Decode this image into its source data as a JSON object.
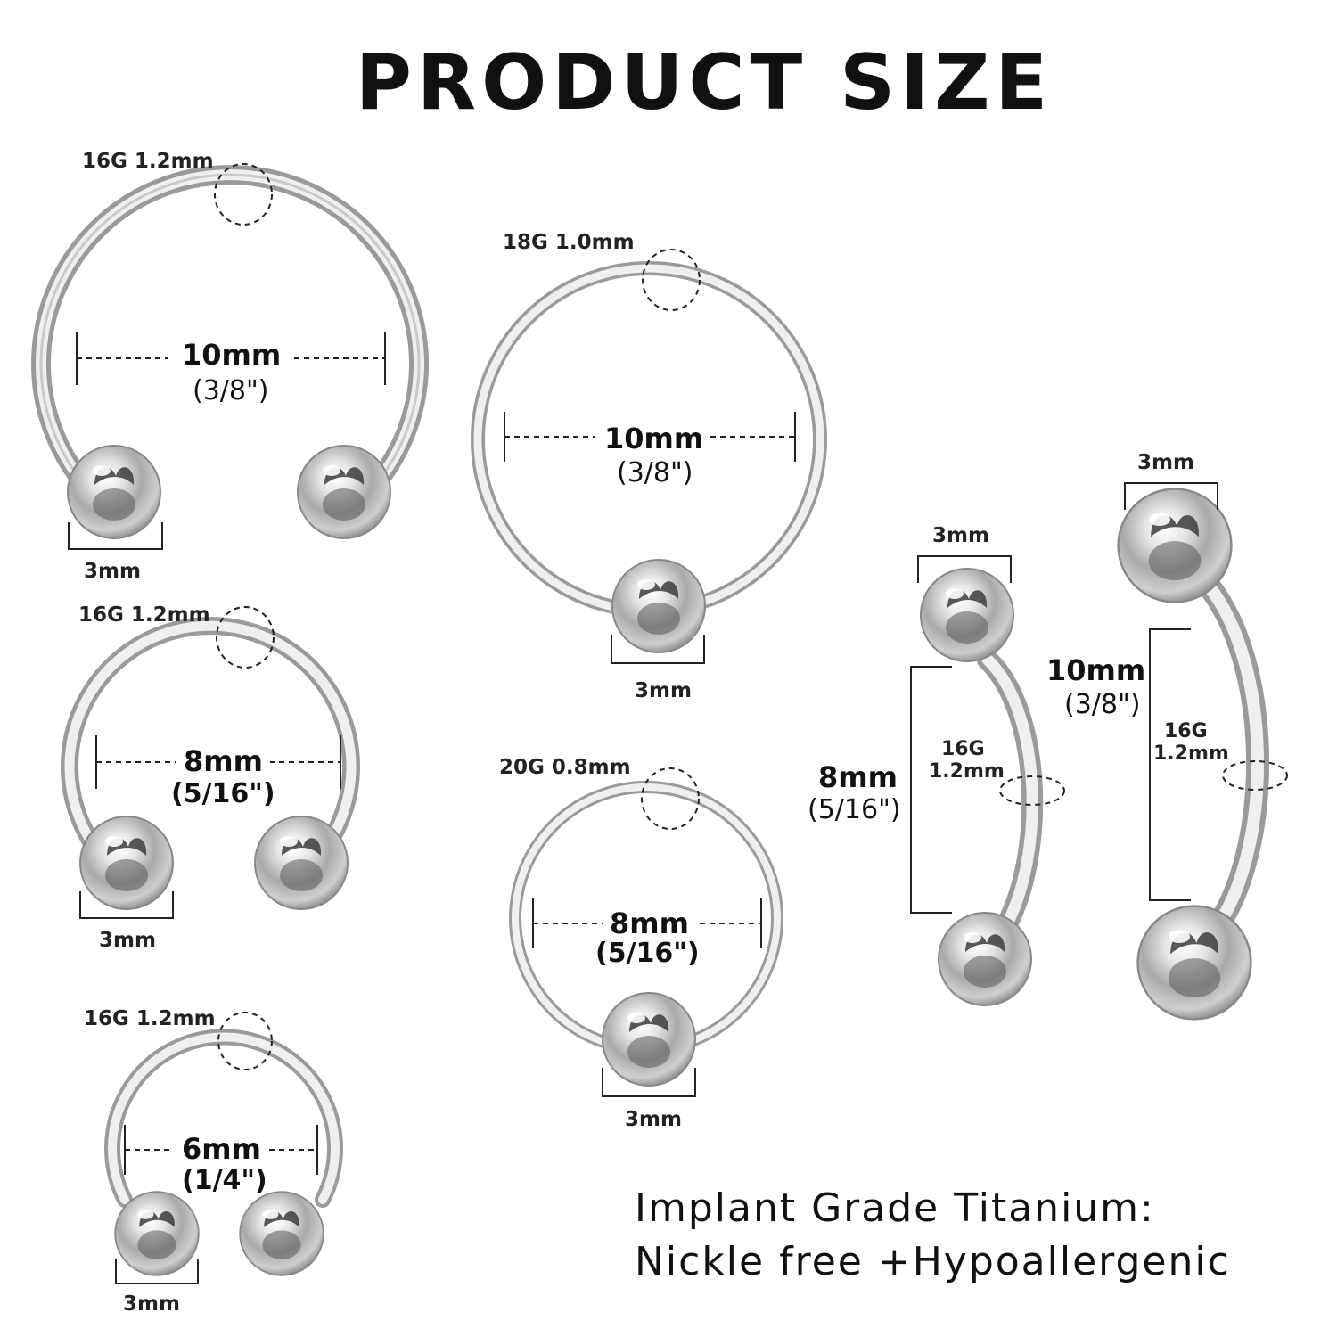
{
  "title": "PRODUCT SIZE",
  "icons": [
    "horseshoe-ring-icon",
    "captive-bead-ring-icon",
    "curved-barbell-icon",
    "ball-icon"
  ],
  "colors": {
    "text": "#111111",
    "metal_light": "#f2f2f2",
    "metal_dark": "#8a8a8a"
  },
  "items": {
    "horseshoe_10": {
      "gauge": "16G  1.2mm",
      "diameter": "10mm",
      "inch": "(3/8\")",
      "ball": "3mm"
    },
    "horseshoe_8": {
      "gauge": "16G  1.2mm",
      "diameter": "8mm",
      "inch": "(5/16\")",
      "ball": "3mm"
    },
    "horseshoe_6": {
      "gauge": "16G  1.2mm",
      "diameter": "6mm",
      "inch": "(1/4\")",
      "ball": "3mm"
    },
    "bcr_10": {
      "gauge": "18G  1.0mm",
      "diameter": "10mm",
      "inch": "(3/8\")",
      "ball": "3mm"
    },
    "bcr_8": {
      "gauge": "20G  0.8mm",
      "diameter": "8mm",
      "inch": "(5/16\")",
      "ball": "3mm"
    },
    "barbell_8": {
      "ball": "3mm",
      "length": "8mm",
      "inch": "(5/16\")",
      "gauge_g": "16G",
      "gauge_mm": "1.2mm"
    },
    "barbell_10": {
      "ball": "3mm",
      "length": "10mm",
      "inch": "(3/8\")",
      "gauge_g": "16G",
      "gauge_mm": "1.2mm"
    }
  },
  "footer": {
    "line1": "Implant Grade Titanium:",
    "line2": "Nickle free +Hypoallergenic"
  }
}
